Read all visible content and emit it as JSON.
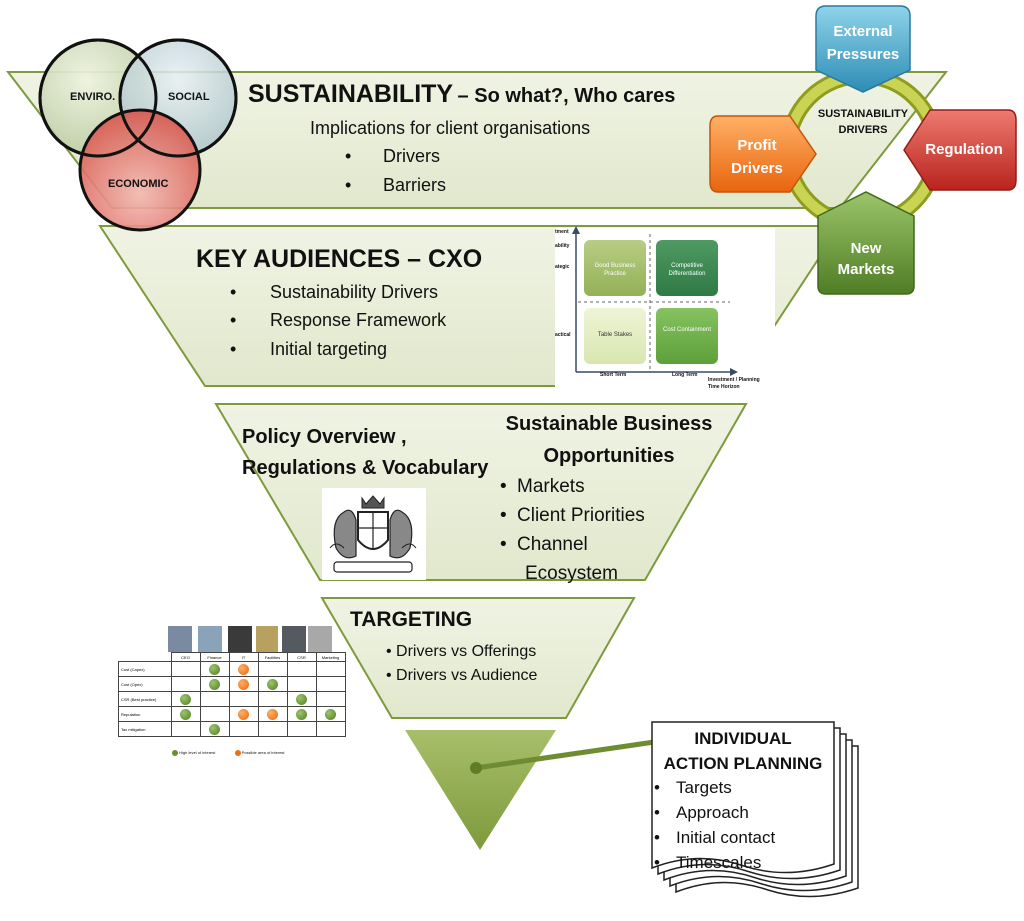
{
  "tier1": {
    "title": "SUSTAINABILITY",
    "subtitle": "– So what?, Who cares",
    "line": "Implications for client organisations",
    "bullets": [
      "Drivers",
      "Barriers"
    ]
  },
  "venn": {
    "enviro": "ENVIRO.",
    "social": "SOCIAL",
    "economic": "ECONOMIC"
  },
  "drivers_wheel": {
    "center": [
      "SUSTAINABILITY",
      "DRIVERS"
    ],
    "external": [
      "External",
      "Pressures"
    ],
    "profit": [
      "Profit",
      "Drivers"
    ],
    "regulation": "Regulation",
    "markets": [
      "New",
      "Markets"
    ],
    "colors": {
      "external": "#4aa7c8",
      "profit": "#f07a1a",
      "regulation": "#c8322a",
      "markets": "#6a9a3a",
      "ring": "#b5c43a"
    }
  },
  "tier2": {
    "title": "KEY AUDIENCES – CXO",
    "bullets": [
      "Sustainability Drivers",
      "Response Framework",
      "Initial targeting"
    ]
  },
  "matrix": {
    "cells": [
      "Good Business Practice",
      "Competitive Differentiation",
      "Table Stakes",
      "Cost Containment"
    ],
    "y_labels": [
      "tment",
      "ability",
      "ategic",
      "actical"
    ],
    "x_labels": [
      "Short Term",
      "Long Term"
    ],
    "x_axis": [
      "Investment / Planning",
      "Time Horizon"
    ]
  },
  "tier3": {
    "left_title": [
      "Policy Overview ,",
      "Regulations & Vocabulary"
    ],
    "right_title": [
      "Sustainable Business",
      "Opportunities"
    ],
    "bullets": [
      "Markets",
      "Client Priorities",
      "Channel",
      "Ecosystem"
    ]
  },
  "tier4": {
    "title": "TARGETING",
    "bullets": [
      "Drivers vs Offerings",
      "Drivers vs Audience"
    ]
  },
  "grid": {
    "columns": [
      "CEO",
      "Finance",
      "IT",
      "Facilities",
      "CSR",
      "Marketing"
    ],
    "rows": [
      "Cost (Capex)",
      "Cost (Opex)",
      "CSR (Best practice)",
      "Reputation",
      "Tax mitigation"
    ],
    "legend": [
      "High level of interest",
      "Possible area of interest"
    ]
  },
  "action": {
    "title": [
      "INDIVIDUAL",
      "ACTION PLANNING"
    ],
    "bullets": [
      "Targets",
      "Approach",
      "Initial contact",
      "Timescales"
    ]
  }
}
